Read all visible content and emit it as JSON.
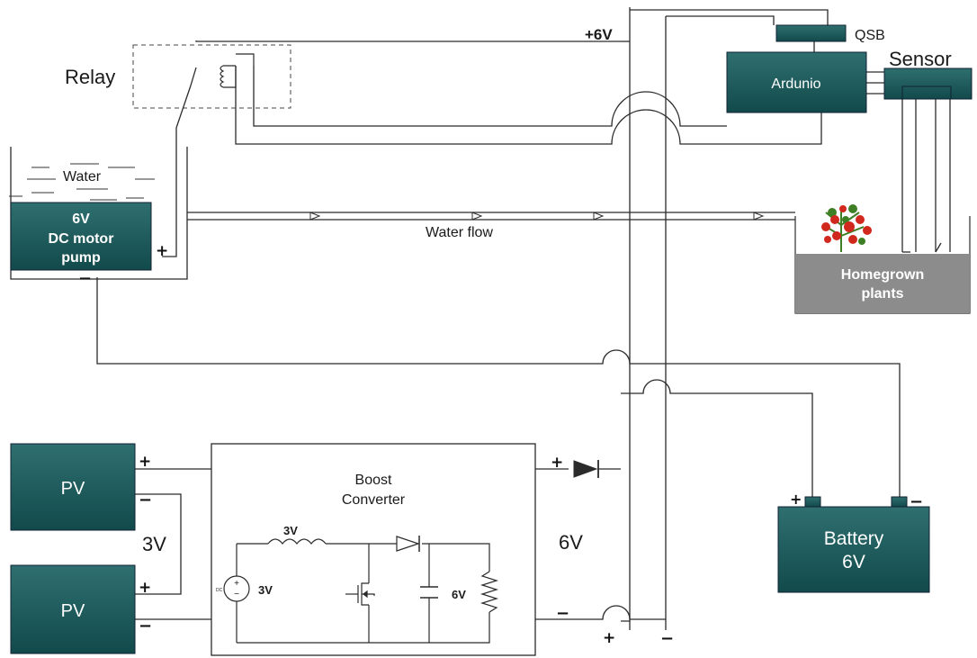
{
  "labels": {
    "relay": "Relay",
    "plus6v": "+6V",
    "qsb": "QSB",
    "sensor": "Sensor",
    "ardunio": "Ardunio",
    "water": "Water",
    "pump_line1": "6V",
    "pump_line2": "DC motor",
    "pump_line3": "pump",
    "water_flow": "Water flow",
    "plants_line1": "Homegrown",
    "plants_line2": "plants",
    "pv_top": "PV",
    "pv_bottom": "PV",
    "pv_voltage": "3V",
    "boost_line1": "Boost",
    "boost_line2": "Converter",
    "inductor_voltage": "3V",
    "source_voltage": "3V",
    "source_dc": "DC",
    "load_voltage": "6V",
    "output_voltage": "6V",
    "battery_line1": "Battery",
    "battery_line2": "6V"
  },
  "signs": {
    "plus": "+",
    "minus": "−"
  },
  "colors": {
    "block_fill_top": "#2f6f70",
    "block_fill_bottom": "#124a4b",
    "plants_fill": "#8c8c8c",
    "wire": "#2b2b2b",
    "tomato": "#d0281c",
    "leaf": "#3e7f25"
  }
}
